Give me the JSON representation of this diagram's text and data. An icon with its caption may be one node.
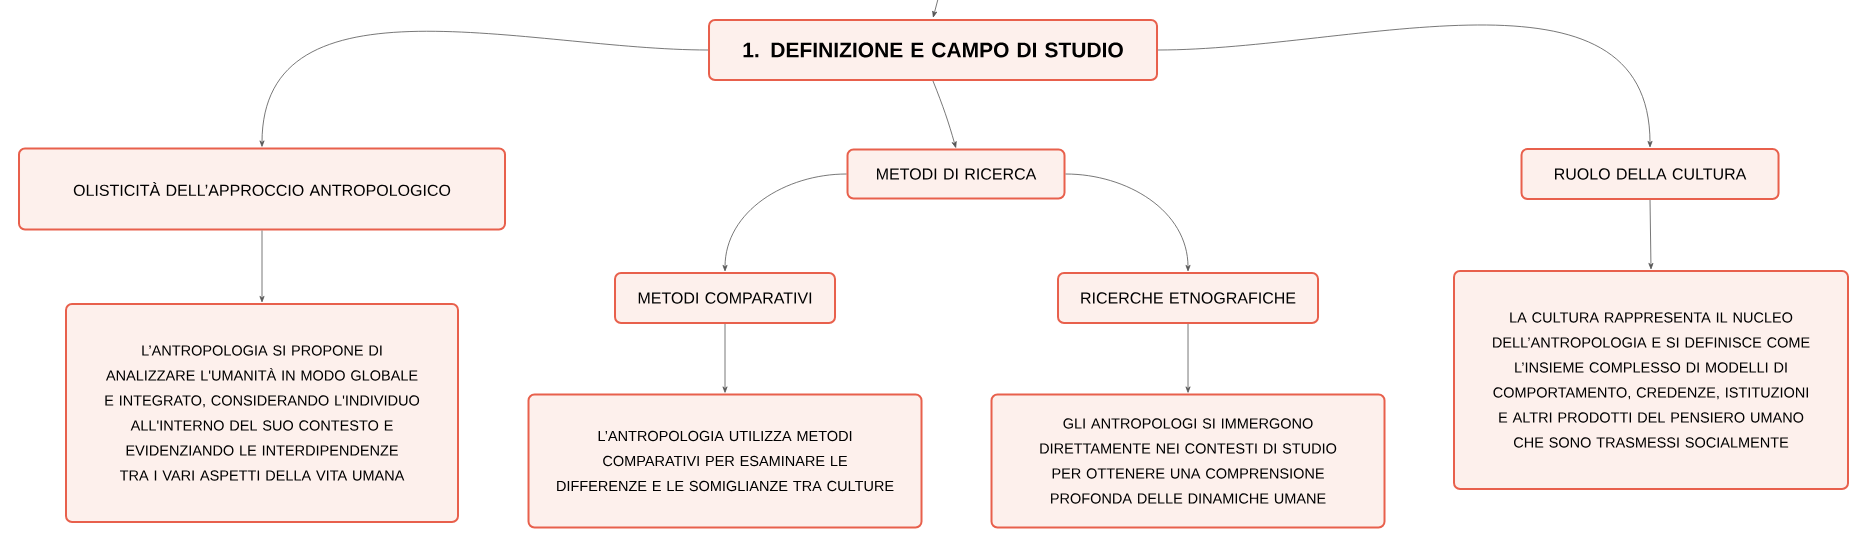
{
  "diagram": {
    "nodes": [
      {
        "text": [
          "1. DEFINIZIONE E CAMPO DI STUDIO"
        ]
      },
      {
        "text": [
          "OLISTICITÀ DELL’APPROCCIO ANTROPOLOGICO"
        ]
      },
      {
        "text": [
          "L’ANTROPOLOGIA SI PROPONE DI ANALIZZARE L'UMANITÀ IN MODO GLOBALE E INTEGRATO, CONSIDERANDO L'INDIVIDUO ALL'INTERNO DEL SUO CONTESTO E EVIDENZIANDO LE INTERDIPENDENZE TRA I VARI ASPETTI DELLA VITA UMANA"
        ]
      },
      {
        "text": [
          "METODI DI RICERCA"
        ]
      },
      {
        "text": [
          "METODI COMPARATIVI"
        ]
      },
      {
        "text": [
          "L’ANTROPOLOGIA UTILIZZA METODI COMPARATIVI PER ESAMINARE LE DIFFERENZE E LE SOMIGLIANZE TRA CULTURE"
        ]
      },
      {
        "text": [
          "RICERCHE ETNOGRAFICHE"
        ]
      },
      {
        "text": [
          "GLI ANTROPOLOGI SI IMMERGONO DIRETTAMENTE NEI CONTESTI DI STUDIO PER OTTENERE UNA COMPRENSIONE PROFONDA DELLE DINAMICHE UMANE"
        ]
      },
      {
        "text": [
          "RUOLO DELLA CULTURA"
        ]
      },
      {
        "text": [
          "LA CULTURA RAPPRESENTA IL NUCLEO DELL’ANTROPOLOGIA E SI DEFINISCE COME L’INSIEME COMPLESSO DI MODELLI DI COMPORTAMENTO, CREDENZE, ISTITUZIONI E ALTRI PRODOTTI DEL PENSIERO UMANO CHE SONO TRASMESSI SOCIALMENTE"
        ]
      }
    ],
    "edges": [
      {
        "from": null,
        "to": 0,
        "arrow": "to"
      },
      {
        "from": 0,
        "to": 1,
        "arrow": "to"
      },
      {
        "from": 0,
        "to": 3,
        "arrow": "to"
      },
      {
        "from": 0,
        "to": 8,
        "arrow": "to"
      },
      {
        "from": 1,
        "to": 2,
        "arrow": "to"
      },
      {
        "from": 3,
        "to": 4,
        "arrow": "to"
      },
      {
        "from": 3,
        "to": 6,
        "arrow": "to"
      },
      {
        "from": 4,
        "to": 5,
        "arrow": "to"
      },
      {
        "from": 6,
        "to": 7,
        "arrow": "to"
      },
      {
        "from": 8,
        "to": 9,
        "arrow": "to"
      }
    ]
  }
}
